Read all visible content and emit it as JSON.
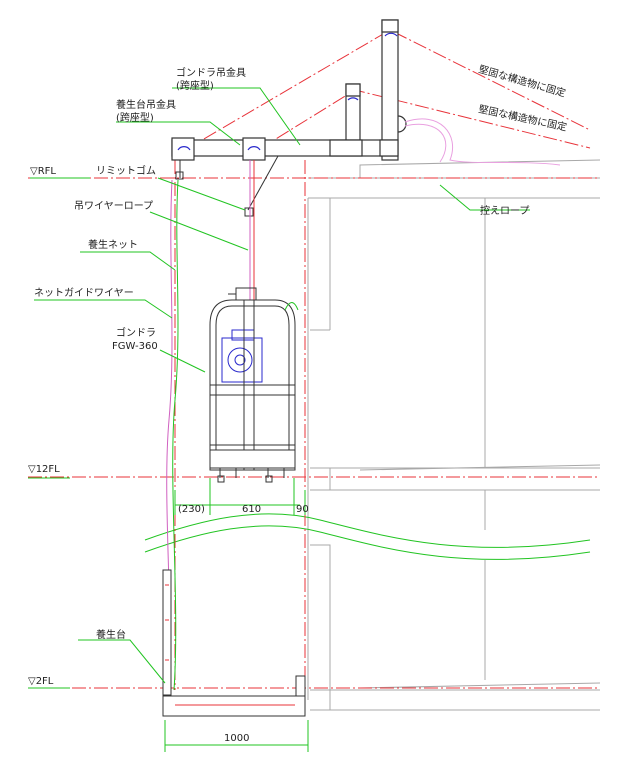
{
  "colors": {
    "red": "#e8333a",
    "green": "#22c422",
    "blue": "#2a2acc",
    "magenta": "#d060c0",
    "gray": "#a8a8a8",
    "dark": "#333333",
    "pink": "#e9a0e0"
  },
  "levels": {
    "rfl": "▽RFL",
    "fl12": "▽12FL",
    "fl2": "▽2FL"
  },
  "labels": {
    "gondola_hanger": "ゴンドラ吊金具",
    "gondola_hanger_type": "(跨座型)",
    "curing_hanger": "養生台吊金具",
    "curing_hanger_type": "(跨座型)",
    "fix_1": "堅固な構造物に固定",
    "fix_2": "堅固な構造物に固定",
    "limit_rubber": "リミットゴム",
    "suspension_wire": "吊ワイヤーロープ",
    "curing_net": "養生ネット",
    "net_guide_wire": "ネットガイドワイヤー",
    "gondola": "ゴンドラ",
    "gondola_model": "FGW-360",
    "restraint_rope": "控えロープ",
    "curing_platform": "養生台"
  },
  "dimensions": {
    "d230": "(230)",
    "d610": "610",
    "d90": "90",
    "d1000": "1000"
  }
}
